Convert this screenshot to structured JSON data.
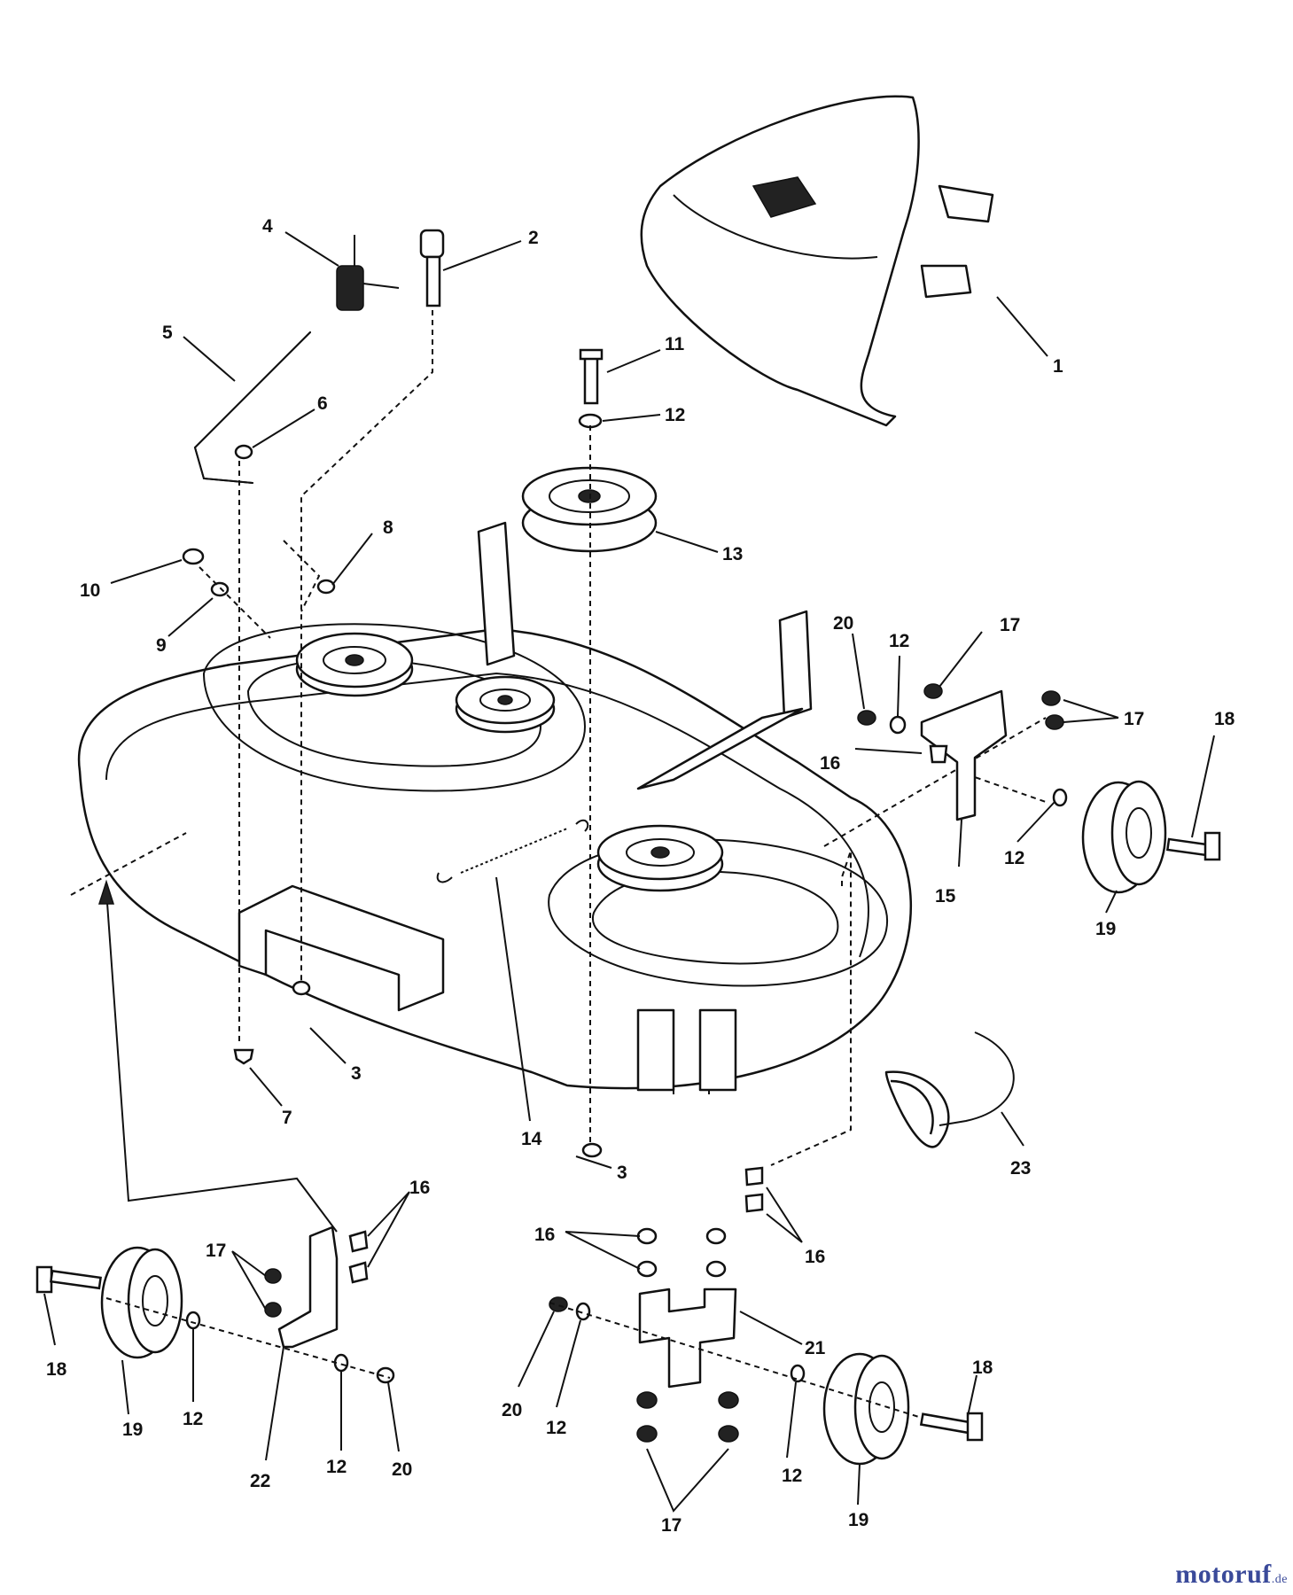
{
  "callouts": [
    "1",
    "2",
    "3",
    "3",
    "4",
    "5",
    "6",
    "7",
    "8",
    "9",
    "10",
    "11",
    "12",
    "12",
    "12",
    "12",
    "12",
    "12",
    "12",
    "12",
    "13",
    "14",
    "15",
    "16",
    "16",
    "16",
    "16",
    "16",
    "17",
    "17",
    "17",
    "17",
    "18",
    "18",
    "18",
    "19",
    "19",
    "19",
    "20",
    "20",
    "20",
    "21",
    "22",
    "23"
  ],
  "watermark": {
    "text": "motoruf",
    "tld": ".de",
    "color": "#3a4a9a"
  }
}
